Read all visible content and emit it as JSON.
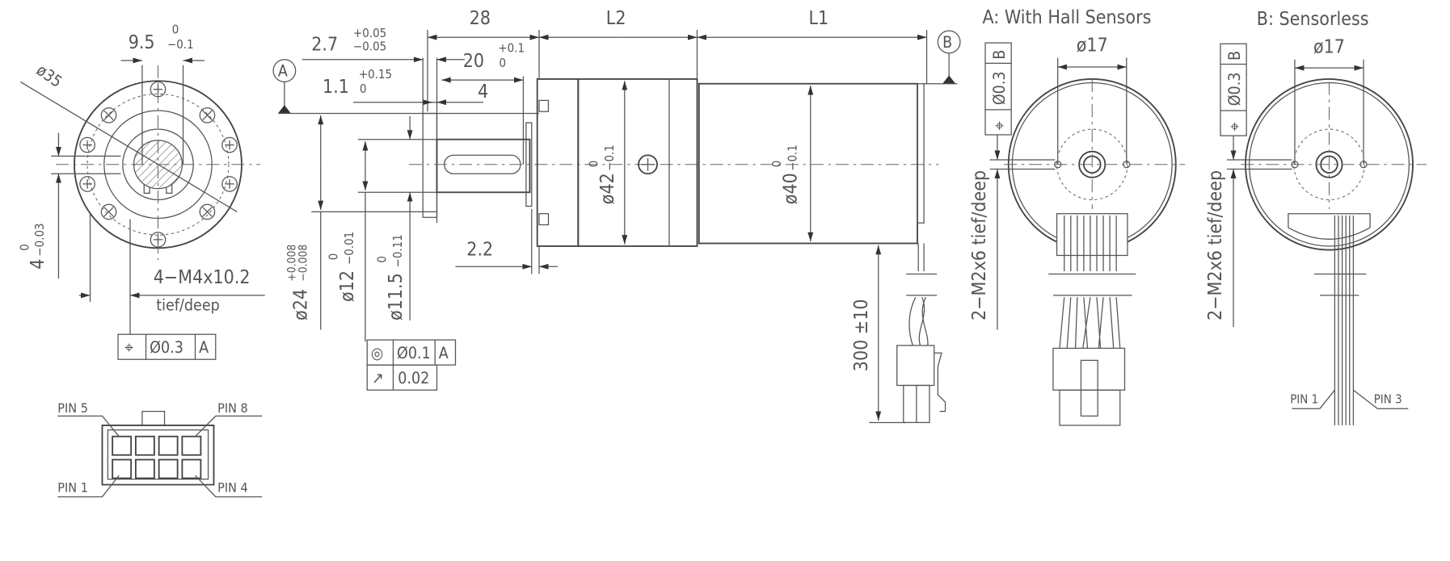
{
  "front_view": {
    "width_dim": "9.5",
    "width_tol_upper": "0",
    "width_tol_lower": "−0.1",
    "diameter": "ø35",
    "height_dim": "4",
    "height_tol_upper": "0",
    "height_tol_lower": "−0.03",
    "thread": "4−M4x10.2",
    "thread_depth": "tief/deep",
    "fcf": {
      "symbol": "⌖",
      "tolerance": "Ø0.3",
      "datum": "A"
    }
  },
  "connector_pinout": {
    "pin_top_left": "PIN 5",
    "pin_top_right": "PIN 8",
    "pin_bottom_left": "PIN 1",
    "pin_bottom_right": "PIN 4"
  },
  "side_view": {
    "datum_a": "A",
    "datum_b": "B",
    "len_28": "28",
    "len_l2": "L2",
    "len_l1": "L1",
    "dim_2_7": "2.7",
    "dim_2_7_upper": "+0.05",
    "dim_2_7_lower": "−0.05",
    "dim_20": "20",
    "dim_20_upper": "+0.1",
    "dim_20_lower": "0",
    "dim_1_1": "1.1",
    "dim_1_1_upper": "+0.15",
    "dim_1_1_lower": "0",
    "dim_4": "4",
    "dim_2_2": "2.2",
    "dia_24": "ø24",
    "dia_24_upper": "+0.008",
    "dia_24_lower": "−0.008",
    "dia_12": "ø12",
    "dia_12_upper": "0",
    "dia_12_lower": "−0.01",
    "dia_11_5": "ø11.5",
    "dia_11_5_upper": "0",
    "dia_11_5_lower": "−0.11",
    "dia_42": "ø42",
    "dia_42_upper": "0",
    "dia_42_lower": "−0.1",
    "dia_40": "ø40",
    "dia_40_upper": "0",
    "dia_40_lower": "−0.1",
    "cable_length": "300 ±10",
    "fcf_concentricity": {
      "symbol": "◎",
      "tolerance": "Ø0.1",
      "datum": "A"
    },
    "fcf_runout": {
      "symbol": "↗",
      "tolerance": "0.02"
    }
  },
  "view_a": {
    "title": "A:  With Hall Sensors",
    "diameter": "ø17",
    "fcf": {
      "symbol": "⌖",
      "tolerance": "Ø0.3",
      "datum": "B"
    },
    "thread": "2−M2x6 tief/deep"
  },
  "view_b": {
    "title": "B:  Sensorless",
    "diameter": "ø17",
    "fcf": {
      "symbol": "⌖",
      "tolerance": "Ø0.3",
      "datum": "B"
    },
    "thread": "2−M2x6 tief/deep",
    "pin_left": "PIN 1",
    "pin_right": "PIN 3"
  }
}
